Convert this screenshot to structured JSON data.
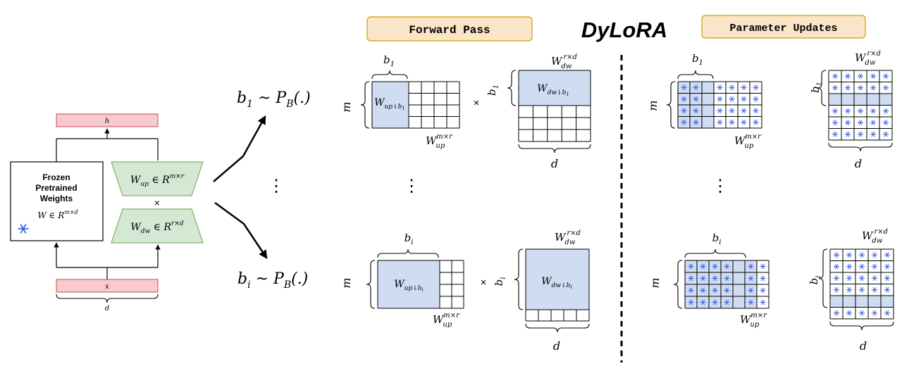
{
  "colors": {
    "pink": "#f8c9cd",
    "pink_stroke": "#b85450",
    "green": "#d5e8d4",
    "green_stroke": "#82b366",
    "blue": "#cfdcf2",
    "orange": "#fbe5c8",
    "orange_stroke": "#d79b00",
    "snow": "#3d63e0",
    "ink": "#000000"
  },
  "title": "DyLoRA",
  "headers": {
    "forward": "Forward Pass",
    "updates": "Parameter Updates"
  },
  "left": {
    "h_label": "h",
    "x_label": "x",
    "d_label": "d",
    "frozen_line1": "Frozen",
    "frozen_line2": "Pretrained",
    "frozen_line3": "Weights",
    "frozen_formula": "W ∈ R",
    "frozen_formula_sup": "m×d",
    "up_formula": "W",
    "up_sub": "up",
    "up_set": " ∈ R",
    "up_sup": "m×r",
    "dw_formula": "W",
    "dw_sub": "dw",
    "dw_set": " ∈ R",
    "dw_sup": "r×d",
    "times": "×",
    "snow_icon": "snowflake-icon"
  },
  "sampling": {
    "top_b": "b",
    "top_b_sub": "1",
    "top_rest": " ~ P",
    "top_P_sub": "B",
    "top_tail": "(.)",
    "bottom_b": "b",
    "bottom_b_sub": "i",
    "bottom_rest": " ~ P",
    "bottom_P_sub": "B",
    "bottom_tail": "(.)",
    "dots": "⋮"
  },
  "forward": {
    "m": "m",
    "d": "d",
    "times": "×",
    "dots": "⋮",
    "row1": {
      "b": "b",
      "b_sub": "1",
      "up_block": "W",
      "up_block_sub": "up↓b",
      "up_block_sub2": "1",
      "dw_block": "W",
      "dw_block_sub": "dw↓b",
      "dw_block_sub2": "1",
      "up_name": "W",
      "up_name_sub": "up",
      "up_name_sup": "m×r",
      "dw_name": "W",
      "dw_name_sub": "dw",
      "dw_name_sup": "r×d"
    },
    "row2": {
      "b": "b",
      "b_sub": "i",
      "up_block": "W",
      "up_block_sub": "up↓b",
      "up_block_sub2": "i",
      "dw_block": "W",
      "dw_block_sub": "dw↓b",
      "dw_block_sub2": "i",
      "up_name": "W",
      "up_name_sub": "up",
      "up_name_sup": "m×r",
      "dw_name": "W",
      "dw_name_sub": "dw",
      "dw_name_sup": "r×d"
    }
  },
  "updates": {
    "m": "m",
    "d": "d",
    "dots": "⋮",
    "row1": {
      "b": "b",
      "b_sub": "1",
      "up_name": "W",
      "up_name_sub": "up",
      "up_name_sup": "m×r",
      "dw_name": "W",
      "dw_name_sub": "dw",
      "dw_name_sup": "r×d"
    },
    "row2": {
      "b": "b",
      "b_sub": "i",
      "up_name": "W",
      "up_name_sub": "up",
      "up_name_sup": "m×r",
      "dw_name": "W",
      "dw_name_sub": "dw",
      "dw_name_sup": "r×d"
    }
  }
}
